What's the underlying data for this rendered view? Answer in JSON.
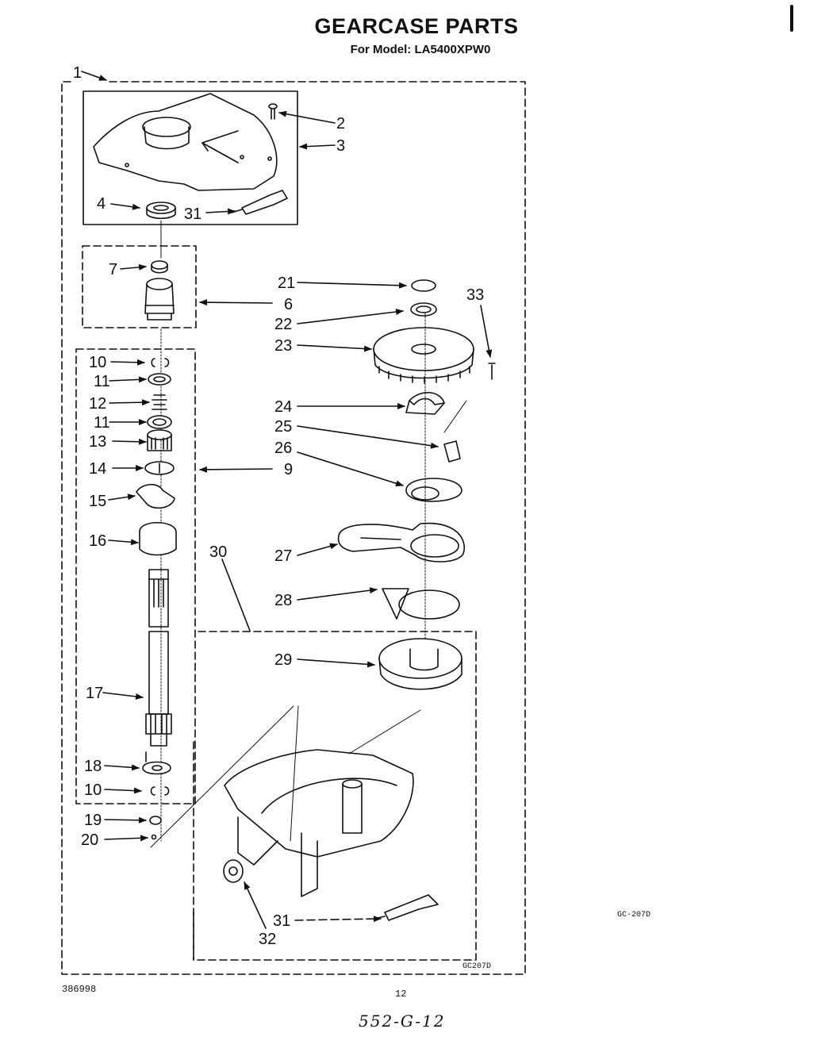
{
  "header": {
    "title": "GEARCASE PARTS",
    "subtitle": "For Model: LA5400XPW0"
  },
  "callouts": [
    "1",
    "2",
    "3",
    "4",
    "31",
    "7",
    "6",
    "21",
    "22",
    "23",
    "33",
    "10",
    "11",
    "12",
    "11",
    "13",
    "14",
    "9",
    "15",
    "16",
    "24",
    "25",
    "26",
    "27",
    "28",
    "29",
    "30",
    "17",
    "18",
    "10",
    "19",
    "20",
    "31",
    "32"
  ],
  "codes": {
    "inner": "GC207D",
    "outer": "GC-207D"
  },
  "footer": {
    "doc_number": "386998",
    "page": "12",
    "handwritten": "552-G-12"
  },
  "colors": {
    "ink": "#111111",
    "paper": "#ffffff"
  }
}
